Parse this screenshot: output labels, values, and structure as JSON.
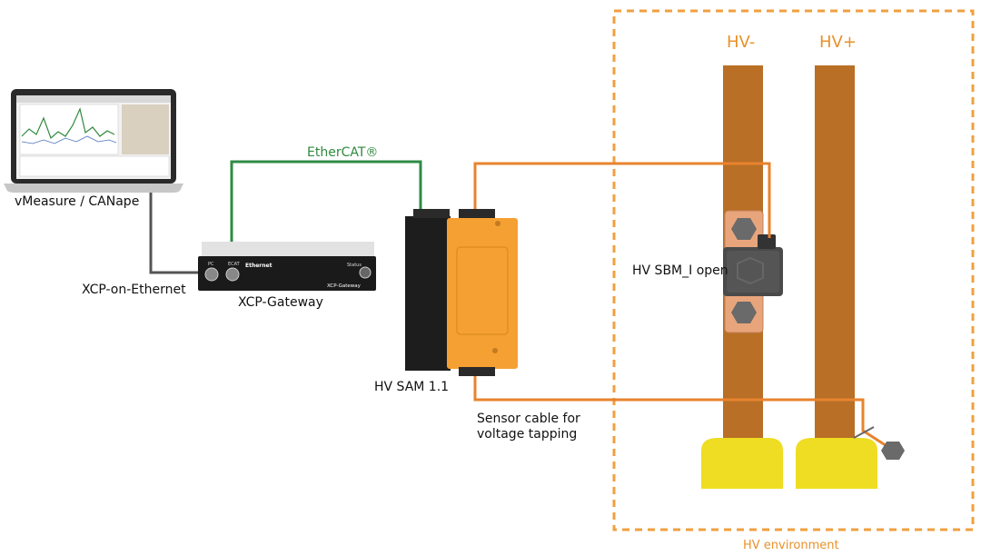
{
  "labels": {
    "vmeasure": "vMeasure / CANape",
    "xcp_on_ethernet": "XCP-on-Ethernet",
    "xcp_gateway": "XCP-Gateway",
    "ethercat": "EtherCAT®",
    "hv_sam": "HV SAM 1.1",
    "sensor_cable": "Sensor cable for\nvoltage tapping",
    "hv_sbm": "HV SBM_I open",
    "hv_minus": "HV-",
    "hv_plus": "HV+",
    "hv_environment": "HV environment"
  },
  "device_text": {
    "gateway_pc": "PC",
    "gateway_ecat": "ECAT",
    "gateway_ethernet": "Ethernet",
    "gateway_brand": "XCP-Gateway",
    "gateway_status": "Status"
  },
  "colors": {
    "ethercat_cable": "#2e8b45",
    "sensor_cable": "#e8832e",
    "gray_cable": "#555555",
    "busbar": "#b96f25",
    "busbar_terminal": "#eedd22",
    "hv_environment_border": "#f0a040",
    "sam_module": "#f5a032",
    "sam_side": "#1d1d1d",
    "accent_text_orange": "#e8912a"
  }
}
